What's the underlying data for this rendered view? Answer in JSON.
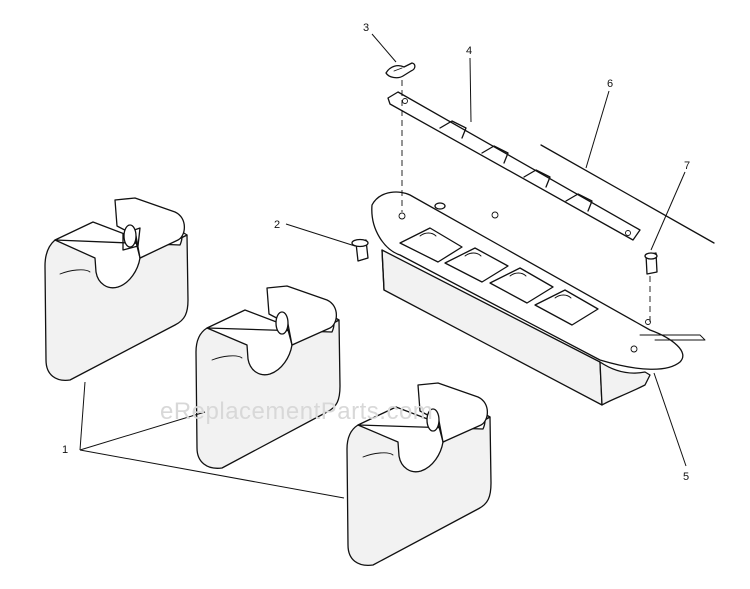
{
  "diagram": {
    "callouts": [
      {
        "id": "1",
        "label": "1"
      },
      {
        "id": "2",
        "label": "2"
      },
      {
        "id": "3",
        "label": "3"
      },
      {
        "id": "4",
        "label": "4"
      },
      {
        "id": "5",
        "label": "5"
      },
      {
        "id": "6",
        "label": "6"
      },
      {
        "id": "7",
        "label": "7"
      }
    ],
    "watermark": "eReplacementParts.com"
  }
}
